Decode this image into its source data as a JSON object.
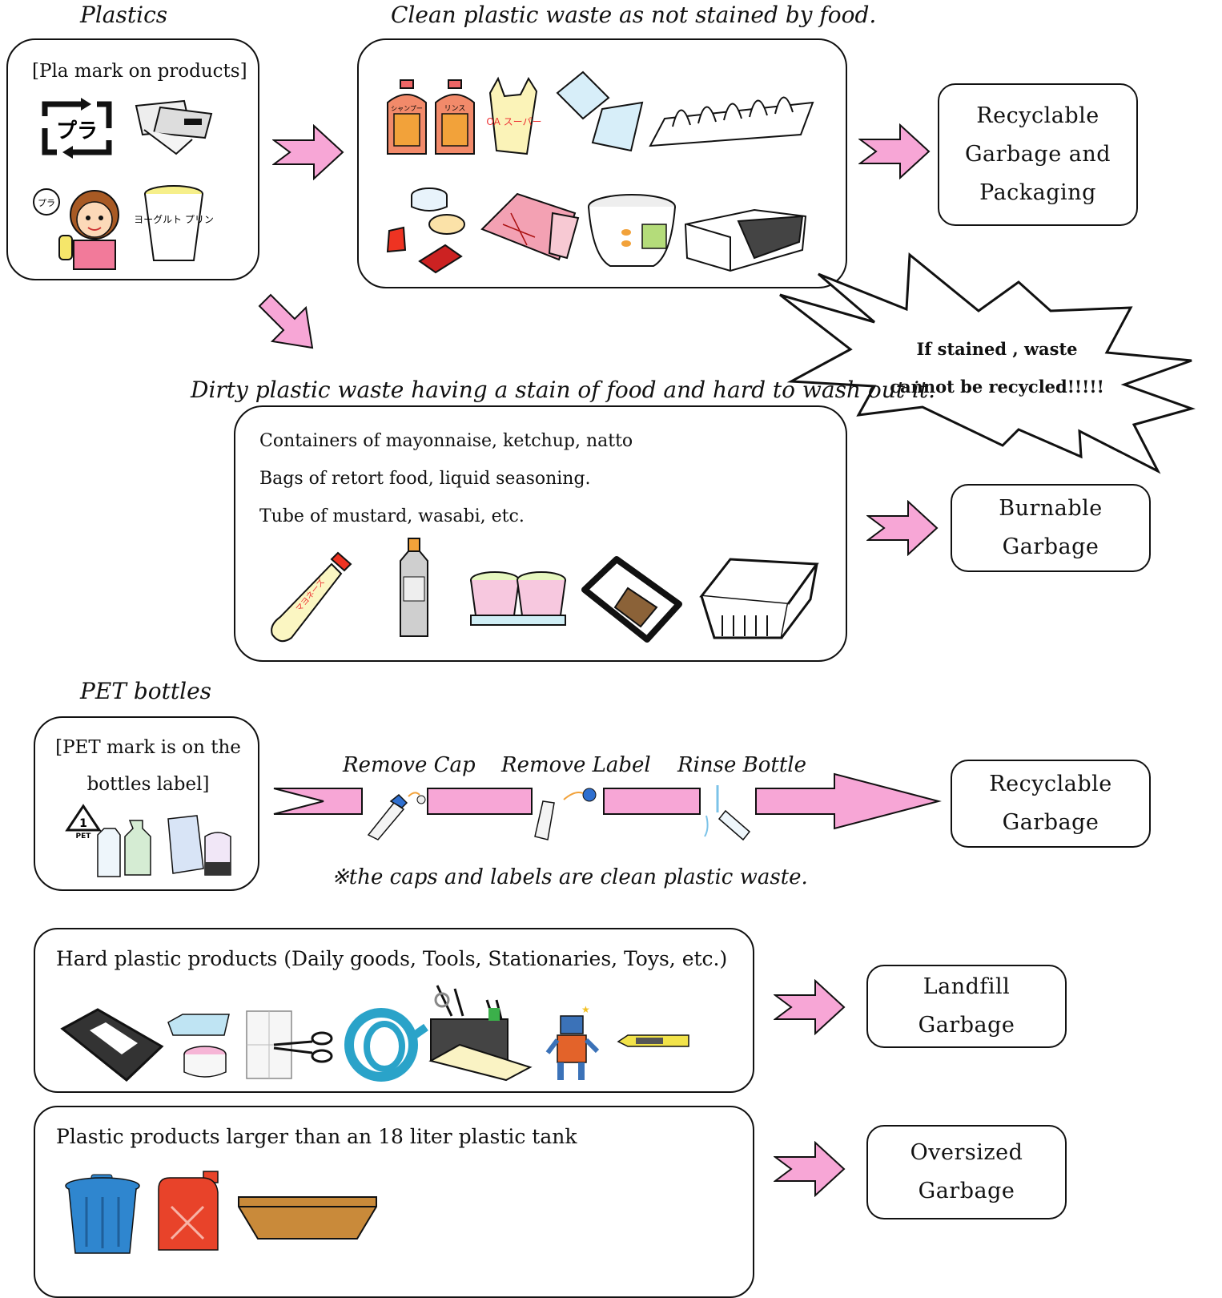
{
  "plastics": {
    "title": "Plastics",
    "mark_label": "[Pla mark on products]",
    "mark_text": "プラ",
    "mascot_text": "プラ",
    "cup_text": "ヨーグルト プリン"
  },
  "clean": {
    "title": "Clean plastic waste as not stained by food.",
    "shampoo_text": "シャンプー",
    "rinse_text": "リンス",
    "bag_text": "OA スーパー"
  },
  "dest_recyclable_packaging": [
    "Recyclable",
    "Garbage and",
    "Packaging"
  ],
  "warning": {
    "line1": "If stained , waste",
    "line2": "cannot be recycled!!!!!"
  },
  "dirty": {
    "title": "Dirty plastic waste having a stain of food and hard to wash out it.",
    "lines": [
      "Containers of mayonnaise, ketchup, natto",
      "Bags of retort food, liquid seasoning.",
      "Tube of mustard, wasabi, etc."
    ],
    "mayo_text": "マヨネーズ"
  },
  "dest_burnable": [
    "Burnable",
    "Garbage"
  ],
  "pet": {
    "title": "PET bottles",
    "label_line1": "[PET mark is on the",
    "label_line2": "bottles label]",
    "mark_number": "1",
    "mark_text": "PET",
    "steps": [
      "Remove Cap",
      "Remove Label",
      "Rinse Bottle"
    ],
    "note": "※the caps and labels are clean plastic waste."
  },
  "dest_recyclable": [
    "Recyclable",
    "Garbage"
  ],
  "hard": {
    "title": "Hard plastic products (Daily goods, Tools, Stationaries, Toys, etc.)"
  },
  "dest_landfill": [
    "Landfill",
    "Garbage"
  ],
  "large": {
    "title": "Plastic products larger than an 18 liter plastic tank"
  },
  "dest_oversized": [
    "Oversized",
    "Garbage"
  ],
  "colors": {
    "arrow_fill": "#f7a6d6",
    "outline": "#111111",
    "bin_blue": "#2f86cf",
    "tank_red": "#e8432a",
    "tub_brown": "#c98a3a"
  }
}
